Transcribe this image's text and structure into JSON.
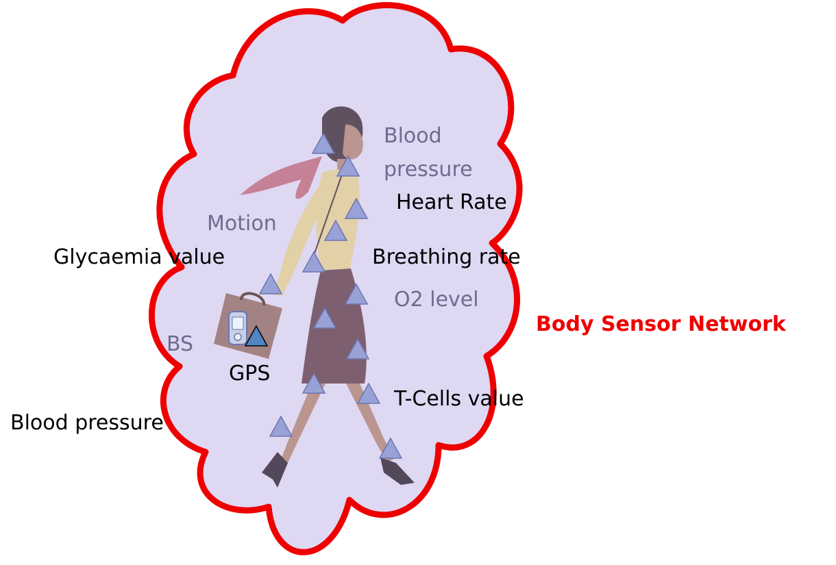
{
  "colors": {
    "cloud_fill": "#dfd8f3",
    "cloud_stroke": "#ee0000",
    "sensor_fill": "#98a2d6",
    "sensor_stroke": "#6b76b0",
    "gps_fill": "#4f86c3",
    "label_text": "#000000",
    "title_text": "#ee0000"
  },
  "icons": {
    "figure": "walking-woman-icon",
    "device": "handheld-device-icon",
    "sensor": "triangle-sensor-icon"
  },
  "title": "Body Sensor Network",
  "labels": {
    "blood_pressure_head": "Blood pressure",
    "heart_rate": "Heart Rate",
    "motion": "Motion",
    "glycaemia": "Glycaemia value",
    "breathing": "Breathing rate",
    "o2": "O2 level",
    "bs": "BS",
    "gps": "GPS",
    "tcells": "T-Cells value",
    "blood_pressure_arm": "Blood pressure"
  }
}
